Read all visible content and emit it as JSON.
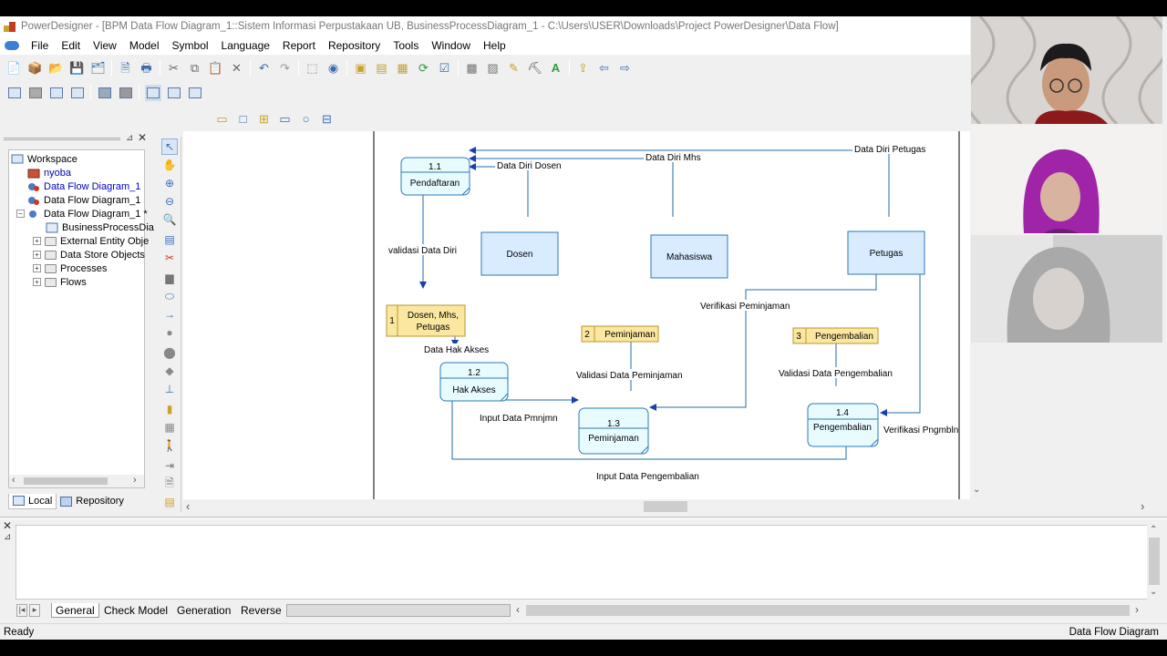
{
  "window": {
    "title": "PowerDesigner - [BPM Data Flow Diagram_1::Sistem Informasi Perpustakaan UB, BusinessProcessDiagram_1 - C:\\Users\\USER\\Downloads\\Project PowerDesigner\\Data Flow]"
  },
  "menu": [
    "File",
    "Edit",
    "View",
    "Model",
    "Symbol",
    "Language",
    "Report",
    "Repository",
    "Tools",
    "Window",
    "Help"
  ],
  "browser": {
    "items": [
      {
        "label": "Workspace",
        "icon": "workspace-icon"
      },
      {
        "label": "nyoba",
        "icon": "model-icon"
      },
      {
        "label": "Data Flow Diagram_1",
        "icon": "model-icon"
      },
      {
        "label": "Data Flow Diagram_1",
        "icon": "model-icon"
      },
      {
        "label": "Data Flow Diagram_1 *",
        "icon": "model-icon"
      },
      {
        "label": "BusinessProcessDia",
        "icon": "diagram-icon"
      },
      {
        "label": "External Entity Obje",
        "icon": "folder-icon"
      },
      {
        "label": "Data Store Objects",
        "icon": "folder-icon"
      },
      {
        "label": "Processes",
        "icon": "folder-icon"
      },
      {
        "label": "Flows",
        "icon": "folder-icon"
      }
    ],
    "tabs": {
      "local": "Local",
      "repository": "Repository"
    }
  },
  "diagram": {
    "processes": {
      "p11": {
        "num": "1.1",
        "name": "Pendaftaran"
      },
      "p12": {
        "num": "1.2",
        "name": "Hak Akses"
      },
      "p13": {
        "num": "1.3",
        "name": "Peminjaman"
      },
      "p14": {
        "num": "1.4",
        "name": "Pengembalian"
      }
    },
    "entities": {
      "dosen": "Dosen",
      "mahasiswa": "Mahasiswa",
      "petugas": "Petugas"
    },
    "stores": {
      "s1": {
        "num": "1",
        "name_line1": "Dosen, Mhs,",
        "name_line2": "Petugas"
      },
      "s2": {
        "num": "2",
        "name": "Peminjaman"
      },
      "s3": {
        "num": "3",
        "name": "Pengembalian"
      }
    },
    "flows": {
      "data_diri_petugas": "Data Diri Petugas",
      "data_diri_mhs": "Data Diri Mhs",
      "data_diri_dosen": "Data Diri Dosen",
      "validasi_data_diri": "validasi Data Diri",
      "data_hak_akses": "Data Hak Akses",
      "input_data_pmnjmn": "Input Data Pmnjmn",
      "input_data_pengembalian": "Input Data Pengembalian",
      "validasi_data_peminjaman": "Validasi Data Peminjaman",
      "validasi_data_pengembalian": "Validasi Data Pengembalian",
      "verifikasi_peminjaman": "Verifikasi Peminjaman",
      "verifikasi_pngmbln": "Verifikasi Pngmbln"
    }
  },
  "output": {
    "tabs": [
      "General",
      "Check Model",
      "Generation",
      "Reverse"
    ]
  },
  "status": {
    "left": "Ready",
    "right": "Data Flow Diagram"
  },
  "colors": {
    "process_fill": "#e8fcff",
    "entity_fill": "#d9ecff",
    "store_fill": "#fbe7a0",
    "flow_line": "#1f6ea8",
    "arrow": "#1a3fa8"
  }
}
